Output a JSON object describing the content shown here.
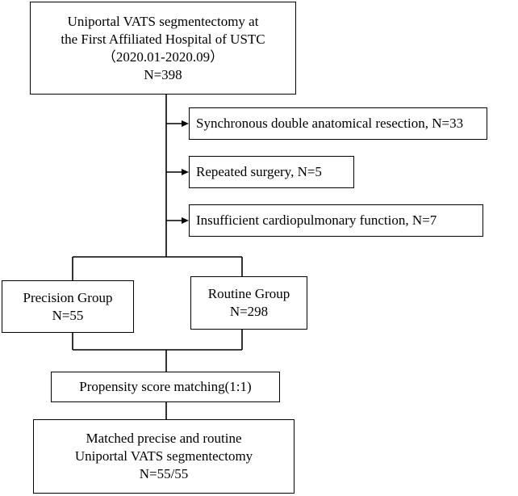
{
  "flowchart": {
    "start": {
      "line1": "Uniportal VATS segmentectomy at",
      "line2": "the First Affiliated Hospital of USTC",
      "line3": "（2020.01-2020.09）",
      "line4": "N=398"
    },
    "exclusions": [
      {
        "label": "Synchronous double anatomical resection, N=33"
      },
      {
        "label": "Repeated surgery, N=5"
      },
      {
        "label": "Insufficient cardiopulmonary function, N=7"
      }
    ],
    "precision_group": {
      "line1": "Precision Group",
      "line2": "N=55"
    },
    "routine_group": {
      "line1": "Routine Group",
      "line2": "N=298"
    },
    "matching": {
      "label": "Propensity score matching(1:1)"
    },
    "result": {
      "line1": "Matched precise and routine",
      "line2": "Uniportal VATS segmentectomy",
      "line3": "N=55/55"
    }
  }
}
